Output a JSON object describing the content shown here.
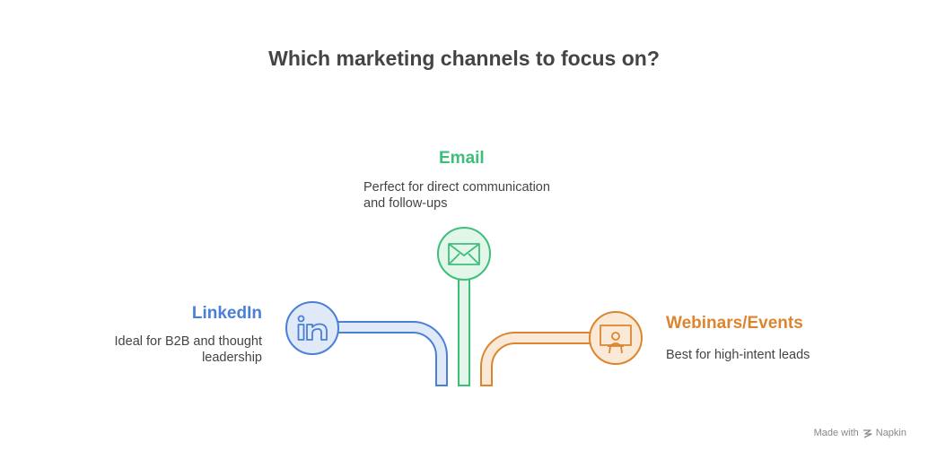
{
  "title": "Which marketing channels to focus on?",
  "channels": {
    "email": {
      "name": "Email",
      "description_line1": "Perfect for direct communication",
      "description_line2": "and follow-ups",
      "icon": "envelope-icon",
      "color": "#3dbf7a",
      "fill": "#e2f6ea"
    },
    "linkedin": {
      "name": "LinkedIn",
      "description_line1": "Ideal for B2B and thought",
      "description_line2": "leadership",
      "icon": "linkedin-icon",
      "color": "#4a7fd6",
      "fill": "#dfe9f8"
    },
    "webinars": {
      "name": "Webinars/Events",
      "description_line1": "Best for high-intent leads",
      "icon": "presenter-icon",
      "color": "#dc8530",
      "fill": "#fbe9d7"
    }
  },
  "watermark": {
    "label": "Made with",
    "brand": "Napkin",
    "icon": "napkin-logo-icon"
  }
}
